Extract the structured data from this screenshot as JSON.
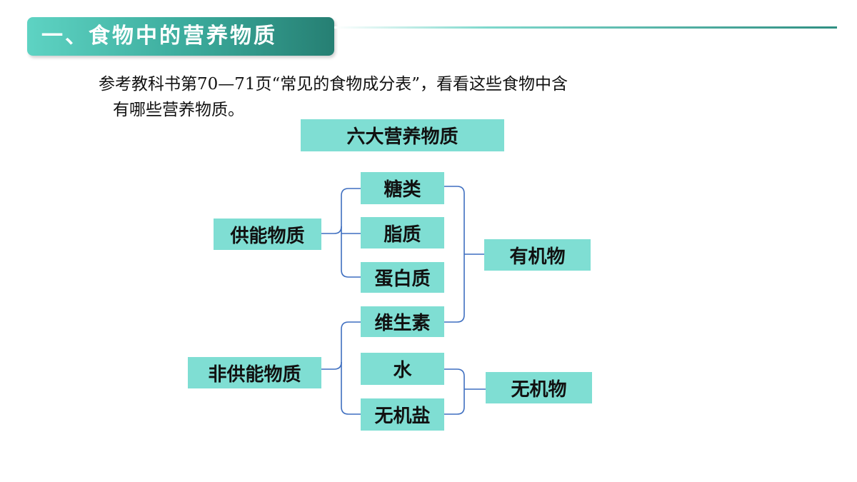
{
  "header": {
    "title": "一、食物中的营养物质"
  },
  "intro": {
    "line1": "参考教科书第70—71页“常见的食物成分表”，看看这些食物中含",
    "line2": "有哪些营养物质。"
  },
  "diagram": {
    "title": "六大营养物质",
    "energy_group": "供能物质",
    "non_energy_group": "非供能物质",
    "nutrients": [
      "糖类",
      "脂质",
      "蛋白质",
      "维生素",
      "水",
      "无机盐"
    ],
    "organic": "有机物",
    "inorganic": "无机物"
  },
  "colors": {
    "box_fill": "#7fded3",
    "connector": "#3f6fc0",
    "header_accent": "#3aa99a"
  }
}
